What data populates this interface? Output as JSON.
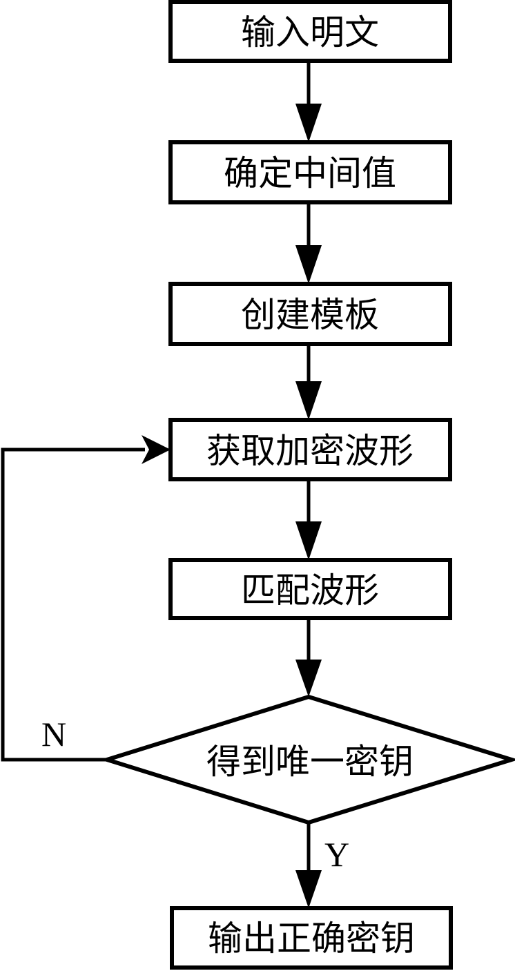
{
  "diagram": {
    "type": "flowchart",
    "colors": {
      "stroke": "#000000",
      "fill": "#ffffff",
      "text": "#000000"
    },
    "nodes": [
      {
        "id": "n1",
        "shape": "process",
        "label": "输入明文"
      },
      {
        "id": "n2",
        "shape": "process",
        "label": "确定中间值"
      },
      {
        "id": "n3",
        "shape": "process",
        "label": "创建模板"
      },
      {
        "id": "n4",
        "shape": "process",
        "label": "获取加密波形"
      },
      {
        "id": "n5",
        "shape": "process",
        "label": "匹配波形"
      },
      {
        "id": "n6",
        "shape": "decision",
        "label": "得到唯一密钥"
      },
      {
        "id": "n7",
        "shape": "process",
        "label": "输出正确密钥"
      }
    ],
    "edges": [
      {
        "from": "n1",
        "to": "n2",
        "label": ""
      },
      {
        "from": "n2",
        "to": "n3",
        "label": ""
      },
      {
        "from": "n3",
        "to": "n4",
        "label": ""
      },
      {
        "from": "n4",
        "to": "n5",
        "label": ""
      },
      {
        "from": "n5",
        "to": "n6",
        "label": ""
      },
      {
        "from": "n6",
        "to": "n7",
        "label": "Y"
      },
      {
        "from": "n6",
        "to": "n4",
        "label": "N"
      }
    ]
  }
}
